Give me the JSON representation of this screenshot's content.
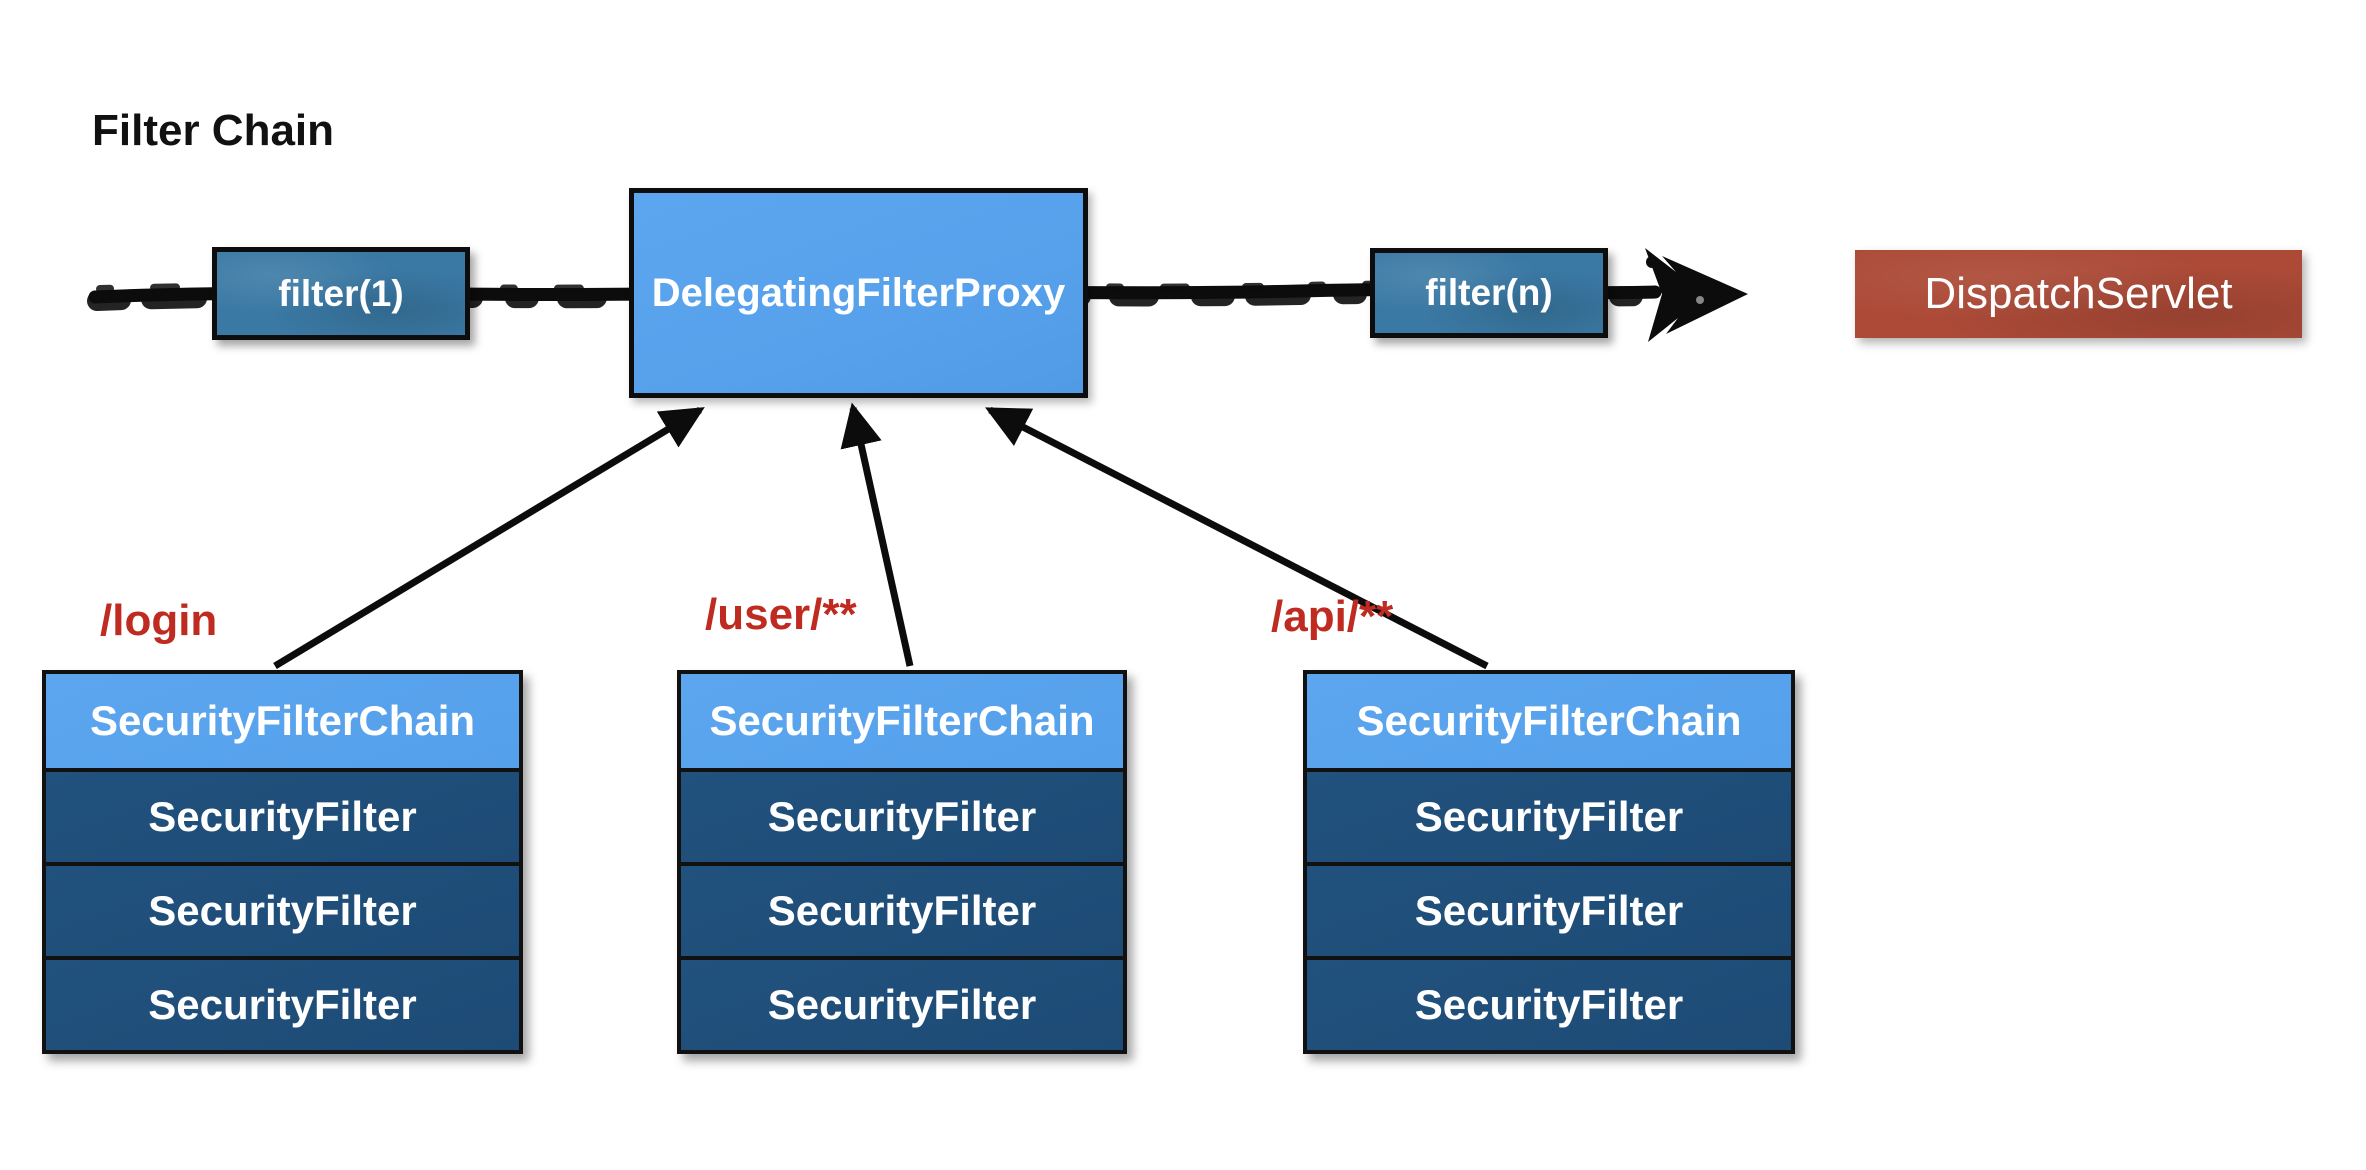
{
  "title": "Filter Chain",
  "flow": {
    "filter1": "filter(1)",
    "proxy": "DelegatingFilterProxy",
    "filter_n": "filter(n)",
    "dispatch_servlet": "DispatchServlet"
  },
  "chains": [
    {
      "path": "/login",
      "header": "SecurityFilterChain",
      "filters": [
        "SecurityFilter",
        "SecurityFilter",
        "SecurityFilter"
      ]
    },
    {
      "path": "/user/**",
      "header": "SecurityFilterChain",
      "filters": [
        "SecurityFilter",
        "SecurityFilter",
        "SecurityFilter"
      ]
    },
    {
      "path": "/api/**",
      "header": "SecurityFilterChain",
      "filters": [
        "SecurityFilter",
        "SecurityFilter",
        "SecurityFilter"
      ]
    }
  ],
  "colors": {
    "light_blue": "#57a1ec",
    "teal": "#3a79a4",
    "navy": "#1d4b76",
    "red_label": "#bf2b20",
    "brick": "#ac4a37",
    "arrow_black": "#0c0c0c"
  }
}
